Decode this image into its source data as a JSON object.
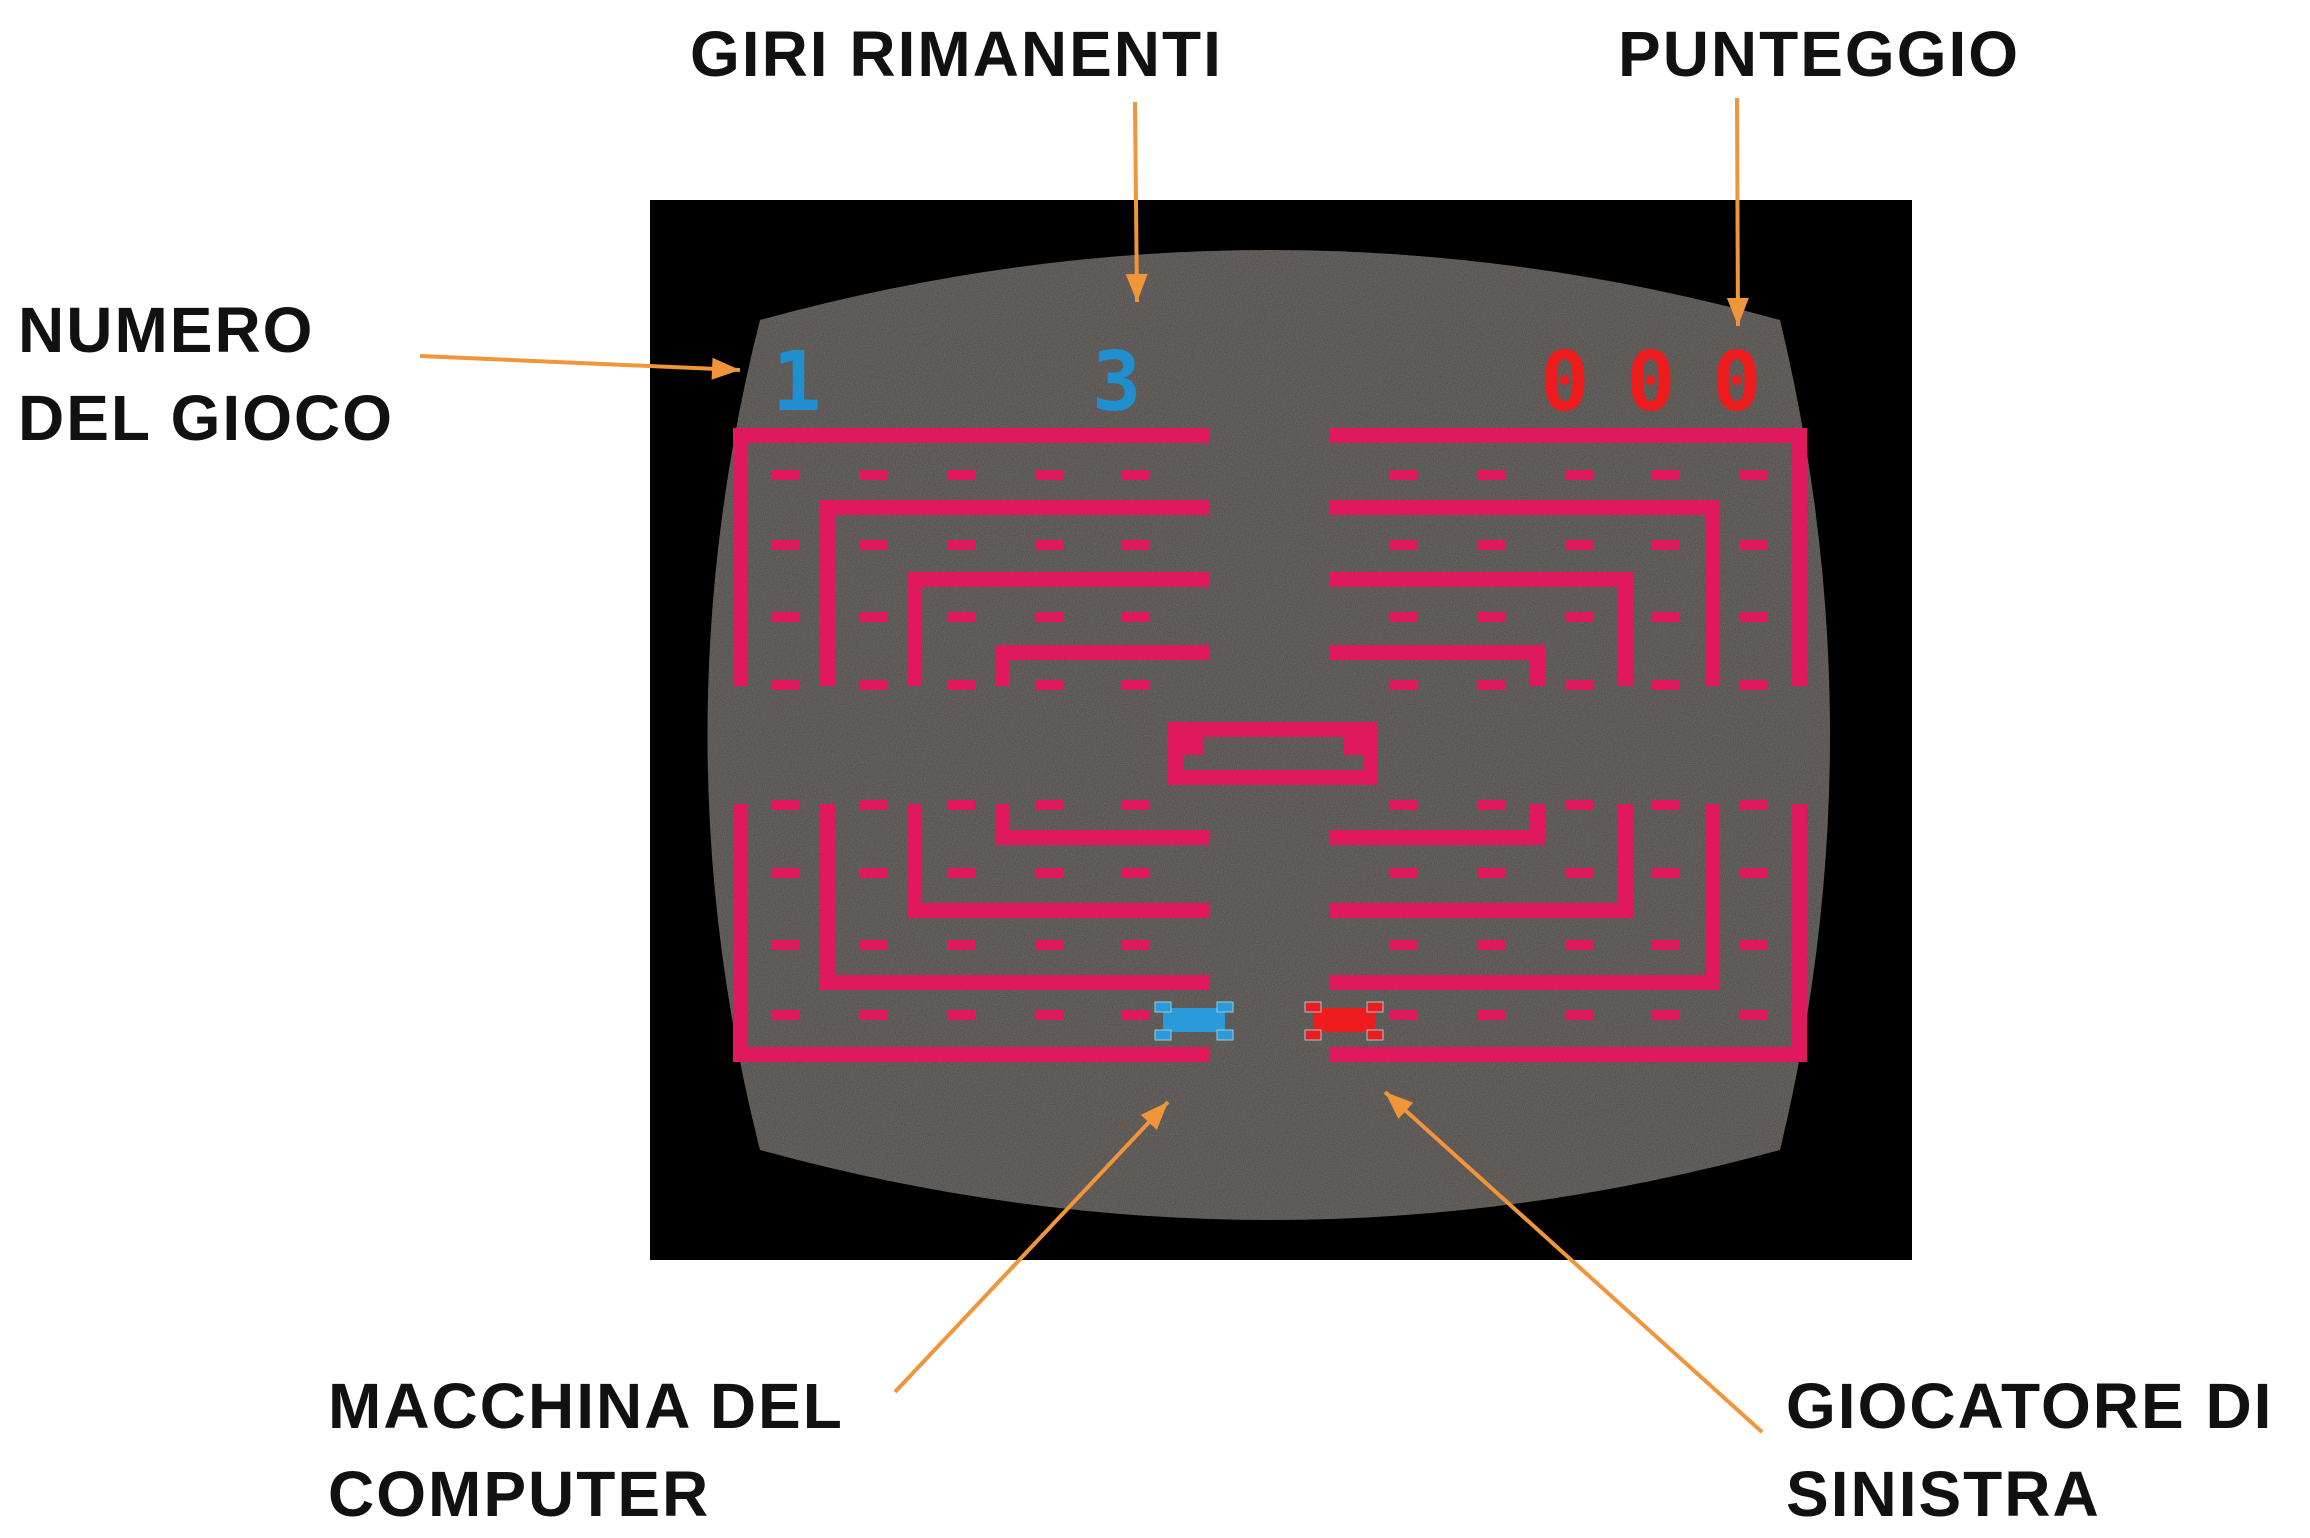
{
  "labels": {
    "laps_remaining": "GIRI RIMANENTI",
    "score": "PUNTEGGIO",
    "game_number_line1": "NUMERO",
    "game_number_line2": "DEL GIOCO",
    "computer_car_line1": "MACCHINA DEL",
    "computer_car_line2": "COMPUTER",
    "left_player_line1": "GIOCATORE DI",
    "left_player_line2": "SINISTRA"
  },
  "hud": {
    "game_number": "1",
    "laps_remaining": "3",
    "score": "000"
  },
  "colors": {
    "screen_frame": "#000000",
    "screen": "#4b4745",
    "track": "#e0185e",
    "hud_blue": "#1f8fd0",
    "hud_red": "#ee1c1c",
    "computer_car": "#2a9ad8",
    "player_car": "#ee1c1c",
    "arrow": "#f0953a"
  }
}
